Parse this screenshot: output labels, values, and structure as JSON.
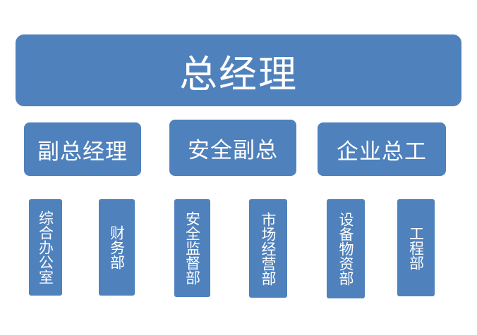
{
  "general_manager": "总经理",
  "deputies": [
    {
      "label": "副总经理"
    },
    {
      "label": "安全副总"
    },
    {
      "label": "企业总工"
    }
  ],
  "departments": [
    {
      "label": "综合办公室"
    },
    {
      "label": "财务部"
    },
    {
      "label": "安全监督部"
    },
    {
      "label": "市场经营部"
    },
    {
      "label": "设备物资部"
    },
    {
      "label": "工程部"
    }
  ],
  "colors": {
    "box_fill": "#4f81bd",
    "text": "#ffffff",
    "background": "#ffffff"
  }
}
